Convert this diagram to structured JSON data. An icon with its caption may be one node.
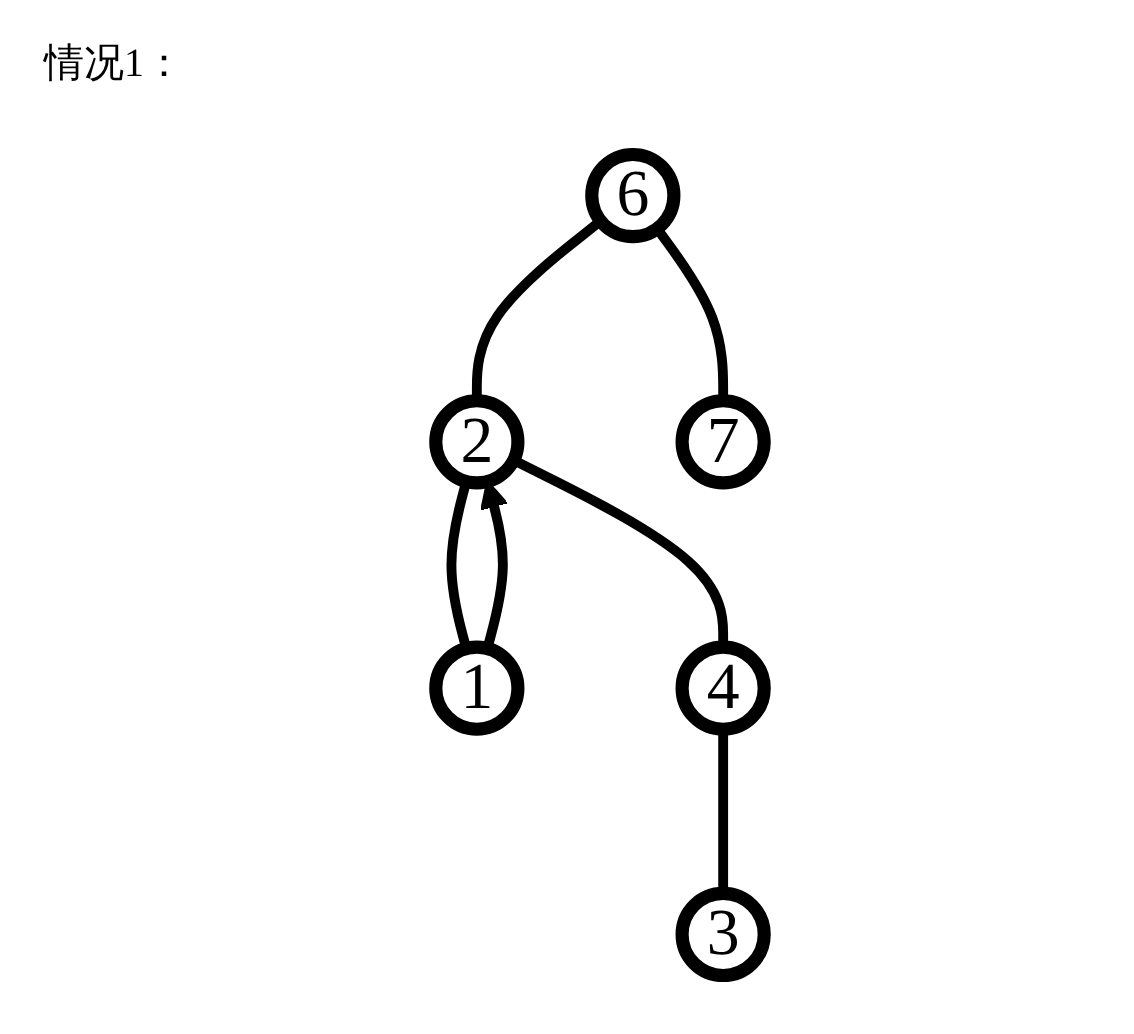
{
  "diagram": {
    "title": "情况1：",
    "nodes": [
      {
        "text": [
          "6"
        ]
      },
      {
        "text": [
          "2"
        ]
      },
      {
        "text": [
          "7"
        ]
      },
      {
        "text": [
          "1"
        ]
      },
      {
        "text": [
          "4"
        ]
      },
      {
        "text": [
          "3"
        ]
      }
    ],
    "edges": [
      {
        "from": 0,
        "to": 1,
        "arrow": "none"
      },
      {
        "from": 0,
        "to": 2,
        "arrow": "none"
      },
      {
        "from": 1,
        "to": 3,
        "arrow": "none"
      },
      {
        "from": 1,
        "to": 4,
        "arrow": "none"
      },
      {
        "from": 4,
        "to": 5,
        "arrow": "none"
      },
      {
        "from": 3,
        "to": 1,
        "arrow": "to"
      }
    ]
  }
}
